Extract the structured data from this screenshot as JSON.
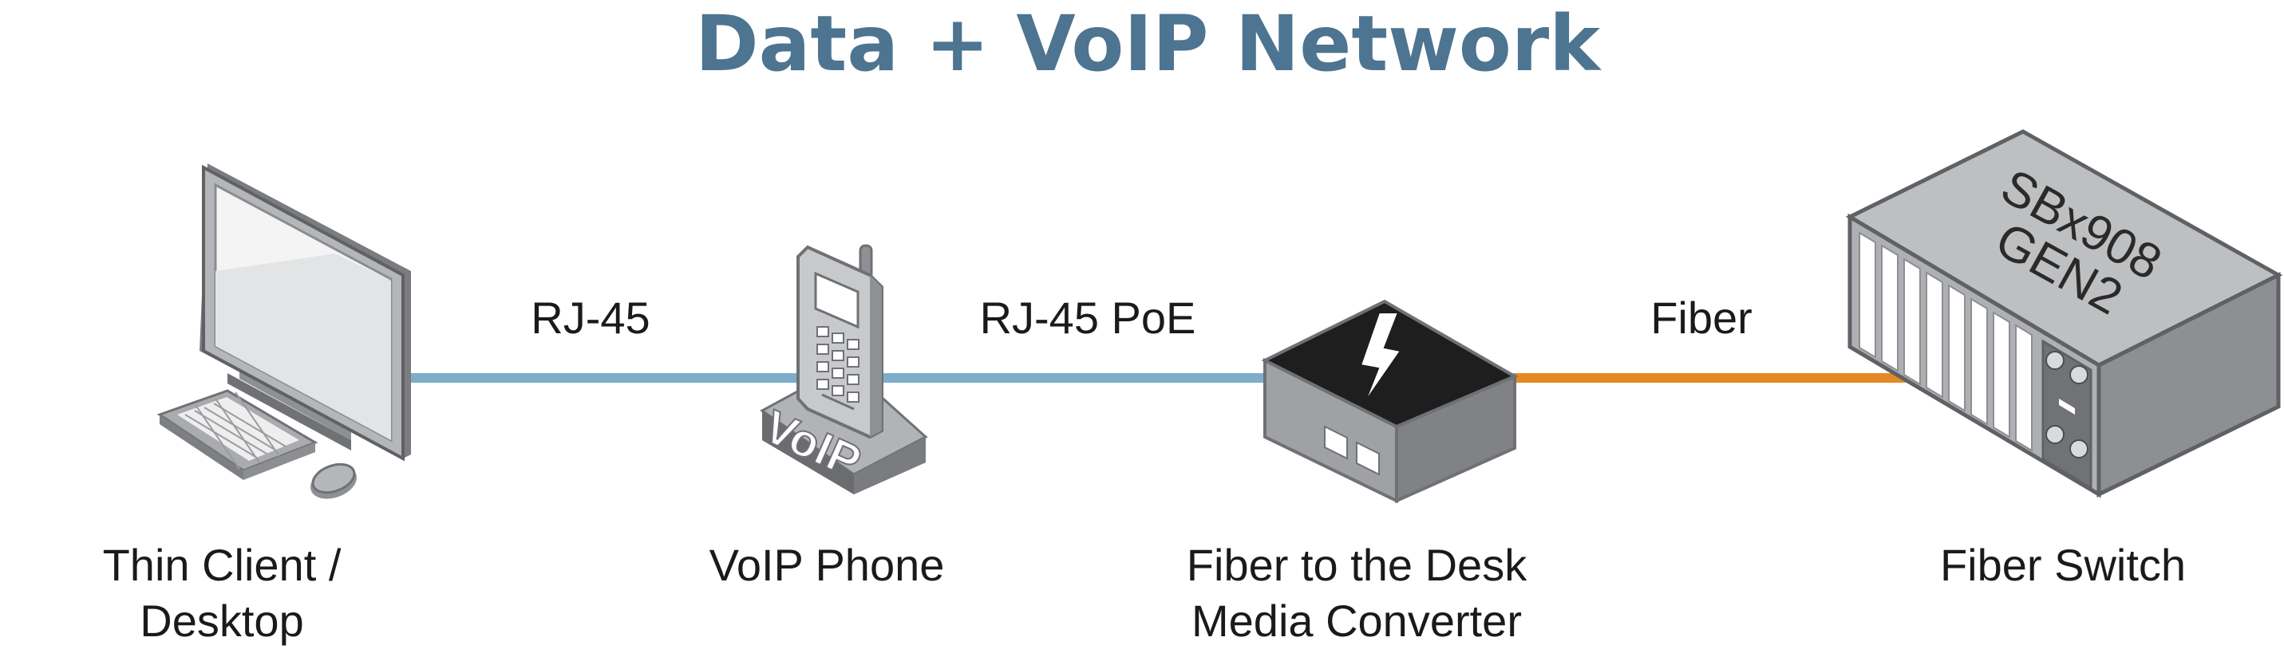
{
  "title": "Data + VoIP Network",
  "colors": {
    "title": "#4d7490",
    "copper_cable": "#7eadc9",
    "fiber_cable": "#e38a24",
    "device_gray": "#a6a8ab",
    "device_dark": "#1e1e1e"
  },
  "devices": [
    {
      "id": "thin-client",
      "icon": "desktop-computer-icon",
      "label_lines": [
        "Thin Client /",
        "Desktop"
      ]
    },
    {
      "id": "voip-phone",
      "icon": "voip-phone-icon",
      "label_lines": [
        "VoIP Phone"
      ],
      "badge": "VoIP"
    },
    {
      "id": "media-converter",
      "icon": "media-converter-icon",
      "label_lines": [
        "Fiber to the Desk",
        "Media Converter"
      ]
    },
    {
      "id": "fiber-switch",
      "icon": "chassis-switch-icon",
      "label_lines": [
        "Fiber Switch"
      ],
      "badge_lines": [
        "SBx908",
        "GEN2"
      ]
    }
  ],
  "links": [
    {
      "from": "thin-client",
      "to": "voip-phone",
      "label": "RJ-45",
      "medium": "copper"
    },
    {
      "from": "voip-phone",
      "to": "media-converter",
      "label": "RJ-45 PoE",
      "medium": "copper"
    },
    {
      "from": "media-converter",
      "to": "fiber-switch",
      "label": "Fiber",
      "medium": "fiber"
    }
  ]
}
